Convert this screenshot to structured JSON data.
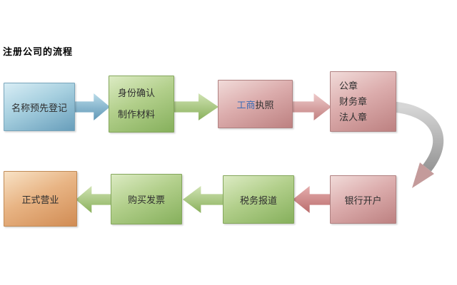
{
  "page": {
    "title": "注册公司的流程"
  },
  "flow": {
    "step1": {
      "label": "名称预先登记"
    },
    "step2": {
      "line1": "身份确认",
      "line2": "制作材料"
    },
    "step3": {
      "link": "工商",
      "text": "执照"
    },
    "step4": {
      "line1": "公章",
      "line2": "财务章",
      "line3": "法人章"
    },
    "step5": {
      "label": "银行开户"
    },
    "step6": {
      "label": "税务报道"
    },
    "step7": {
      "label": "购买发票"
    },
    "step8": {
      "label": "正式营业"
    }
  },
  "icons": {
    "forward_arrow": "block-arrow-right",
    "backward_arrow": "block-arrow-left",
    "wrap_connector": "curved-arrow-down"
  },
  "colors": {
    "blue_box": "#74a9c4",
    "green_box": "#9cc276",
    "pink_box": "#cf9191",
    "orange_box": "#dda06b",
    "link_blue": "#3c6cb4",
    "gray_connector": "#a9a9a9",
    "text": "#2f2f2f"
  }
}
